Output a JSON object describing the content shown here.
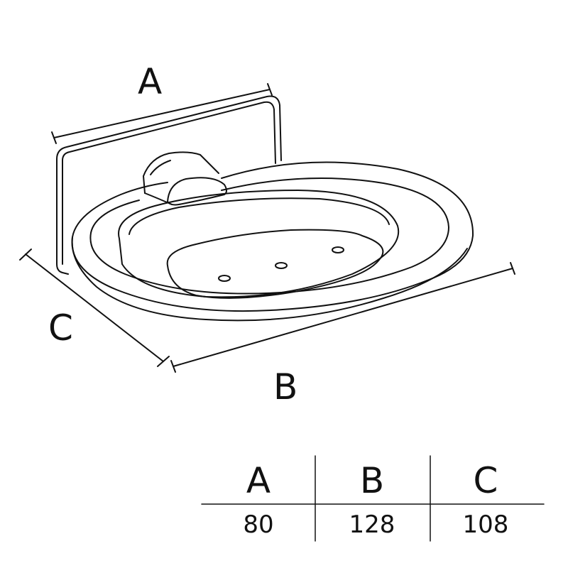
{
  "dimension_labels": {
    "a": "A",
    "b": "B",
    "c": "C"
  },
  "table": {
    "headers": [
      "A",
      "B",
      "C"
    ],
    "values": [
      "80",
      "128",
      "108"
    ]
  },
  "colors": {
    "line": "#111111",
    "background": "#ffffff"
  }
}
